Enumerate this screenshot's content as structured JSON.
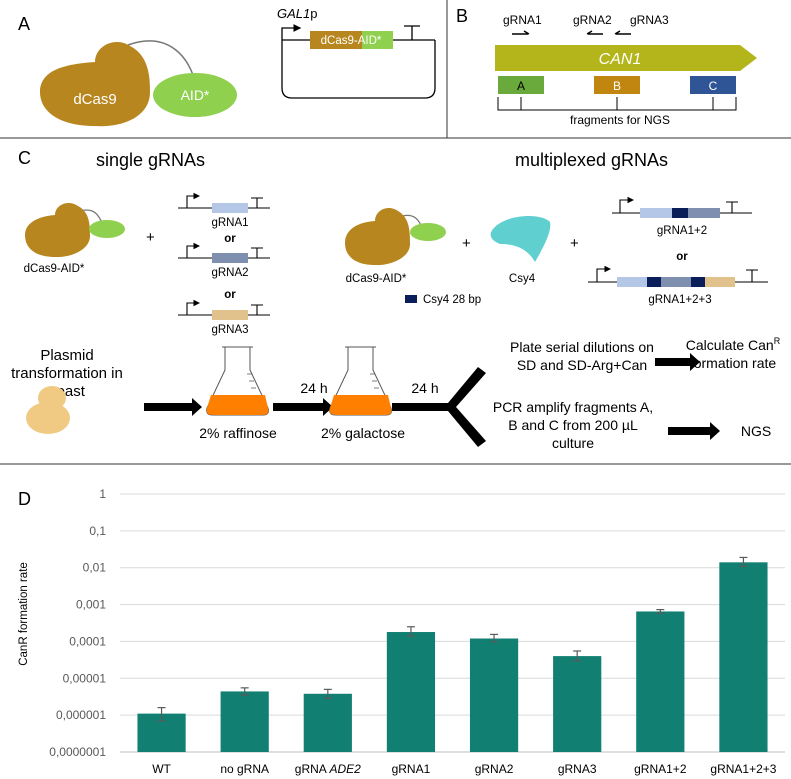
{
  "panels": {
    "a": {
      "label": "A",
      "protein_dcas9": "dCas9",
      "protein_aid": "AID*",
      "promoter": "GAL1",
      "promoter_suffix": "p",
      "plasmid_insert_dcas9": "dCas9-",
      "plasmid_insert_aid": "AID*"
    },
    "b": {
      "label": "B",
      "grna1": "gRNA1",
      "grna2": "gRNA2",
      "grna3": "gRNA3",
      "gene": "CAN1",
      "frag_a": "A",
      "frag_b": "B",
      "frag_c": "C",
      "fragments_caption": "fragments for NGS"
    },
    "c": {
      "label": "C",
      "single_title": "single gRNAs",
      "multiplex_title": "multiplexed gRNAs",
      "fusion_label": "dCas9-AID*",
      "plus": "+",
      "or": "or",
      "single_grna1": "gRNA1",
      "single_grna2": "gRNA2",
      "single_grna3": "gRNA3",
      "multi_fusion_label": "dCas9-AID*",
      "csy4_label": "Csy4",
      "multi_grna12": "gRNA1+2",
      "multi_grna123": "gRNA1+2+3",
      "csy4_legend": "Csy4 28 bp",
      "workflow": {
        "step1": [
          "Plasmid",
          "transformation in",
          "yeast"
        ],
        "time1": "24 h",
        "time2": "24 h",
        "media1": "2% raffinose",
        "media2": "2% galactose",
        "plate": [
          "Plate serial dilutions on",
          "SD and SD-Arg+Can"
        ],
        "calc": [
          "Calculate Can",
          "formation rate"
        ],
        "calc_sup": "R",
        "pcr": [
          "PCR amplify fragments A,",
          "B and C from 200 µL",
          "culture"
        ],
        "ngs": "NGS"
      }
    },
    "d": {
      "label": "D"
    }
  },
  "chart_data": {
    "type": "bar",
    "ylabel": "CanR formation rate",
    "xlabel": "",
    "yscale": "log",
    "ylim": [
      1e-07,
      1
    ],
    "grid": true,
    "y_ticks": [
      "1",
      "0,1",
      "0,01",
      "0,001",
      "0,0001",
      "0,00001",
      "0,000001",
      "0,0000001"
    ],
    "categories": [
      "WT",
      "no gRNA",
      "gRNA ADE2",
      "gRNA1",
      "gRNA2",
      "gRNA3",
      "gRNA1+2",
      "gRNA1+2+3"
    ],
    "values": [
      1.1e-06,
      4.4e-06,
      3.8e-06,
      0.00018,
      0.00012,
      4e-05,
      0.00065,
      0.014
    ],
    "err_low": [
      7e-07,
      3.5e-06,
      2.9e-06,
      0.00014,
      9.8e-05,
      3e-05,
      0.00058,
      0.011
    ],
    "err_high": [
      1.6e-06,
      5.5e-06,
      5e-06,
      0.00025,
      0.000155,
      5.5e-05,
      0.00073,
      0.019
    ],
    "bar_color": "#127f73"
  },
  "colors": {
    "dcas9": "#b8861e",
    "aid": "#8fd14f",
    "can1": "#b3b51a",
    "frag_a": "#6aaa3c",
    "frag_b": "#c0860f",
    "frag_c": "#2f5597",
    "grna1": "#b4c7e7",
    "grna2": "#7f8fb0",
    "grna3": "#e2c28c",
    "csy4": "#5fcfd0",
    "csy4_box": "#0a1e5a",
    "flask": "#ff7f00",
    "yeast": "#f0c983"
  }
}
